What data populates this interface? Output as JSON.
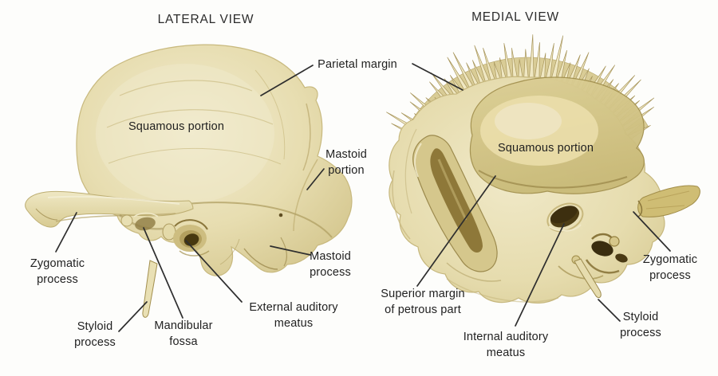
{
  "titles": {
    "lateral": "LATERAL VIEW",
    "medial": "MEDIAL VIEW"
  },
  "labels": {
    "parietal_margin": "Parietal margin",
    "squamous_lateral": "Squamous portion",
    "mastoid_portion": "Mastoid\nportion",
    "zygomatic_lateral": "Zygomatic\nprocess",
    "styloid_lateral": "Styloid\nprocess",
    "mandibular_fossa": "Mandibular\nfossa",
    "external_auditory_meatus": "External auditory\nmeatus",
    "mastoid_process": "Mastoid\nprocess",
    "squamous_medial": "Squamous portion",
    "superior_margin_petrous": "Superior margin\nof petrous part",
    "internal_auditory_meatus": "Internal auditory\nmeatus",
    "zygomatic_medial": "Zygomatic\nprocess",
    "styloid_medial": "Styloid\nprocess"
  },
  "palette": {
    "background": "#fdfdfb",
    "title_text": "#2b2b2b",
    "label_text": "#1f1f1f",
    "leader_line": "#2e2e2e",
    "bone_light": "#f1ebcd",
    "bone_base": "#e2d8a6",
    "bone_mid": "#cfc187",
    "bone_shadow": "#b3a266",
    "bone_deep": "#8a763b",
    "cavity_dark": "#4a3a14"
  }
}
